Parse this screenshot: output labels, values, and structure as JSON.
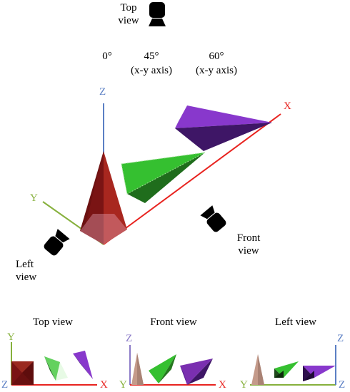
{
  "labels": {
    "top_view_cam": "Top\nview",
    "angle_0": "0°",
    "angle_45": "45°",
    "angle_45_sub": "(x-y axis)",
    "angle_60": "60°",
    "angle_60_sub": "(x-y axis)",
    "front_view_cam": "Front\nview",
    "left_view_cam": "Left\nview"
  },
  "axes": {
    "x": "X",
    "y": "Y",
    "z": "Z"
  },
  "panels": [
    {
      "title": "Top view",
      "left_axis": "Y",
      "bottom_left": "Z",
      "bottom_right": "X"
    },
    {
      "title": "Front view",
      "left_axis": "Z",
      "bottom_left": "Y",
      "bottom_right": "X"
    },
    {
      "title": "Left view",
      "left_axis": "Z",
      "bottom_left": "Y",
      "bottom_right": "Z"
    }
  ],
  "colors": {
    "x_axis": "#e8231f",
    "y_axis": "#86b03c",
    "z_axis": "#5b7fc4",
    "red_pyramid": "#8b1c1c",
    "green_pyramid": "#2f9a2a",
    "purple_pyramid": "#7a2fb0",
    "tan_pyramid": "#c49a8a"
  },
  "icons": [
    "camera-icon"
  ]
}
